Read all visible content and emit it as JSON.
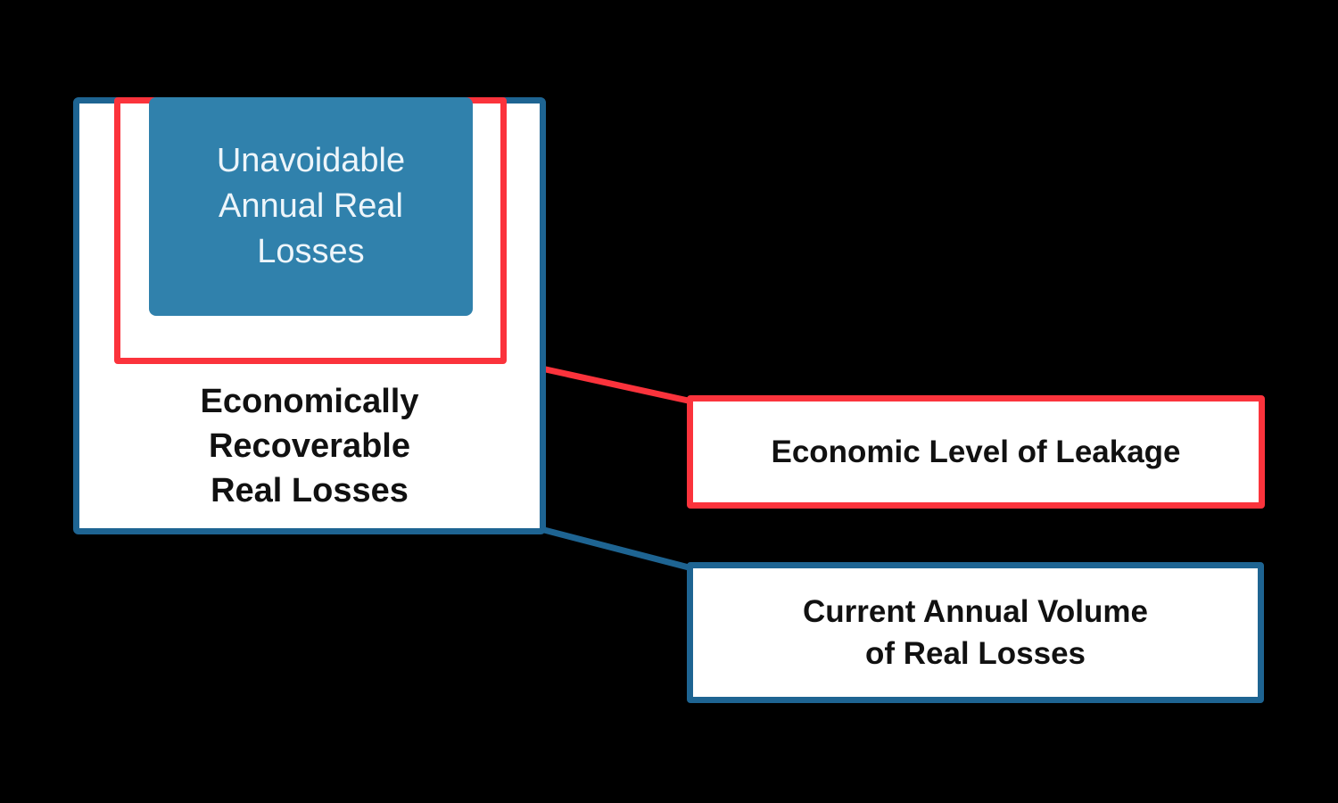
{
  "colors": {
    "background": "#000000",
    "blue_border": "#1E6492",
    "blue_fill": "#3081AC",
    "red": "#FB333C",
    "box_background": "#FFFFFF",
    "dark_text": "#111111",
    "light_text": "#EDF5FA"
  },
  "boxes": {
    "unavoidable": {
      "label": "Unavoidable\nAnnual Real\nLosses"
    },
    "economically_recoverable": {
      "label": "Economically\nRecoverable\nReal Losses"
    },
    "economic_level_of_leakage": {
      "label": "Economic Level of Leakage"
    },
    "current_annual_volume": {
      "label": "Current Annual Volume\nof Real Losses"
    }
  }
}
